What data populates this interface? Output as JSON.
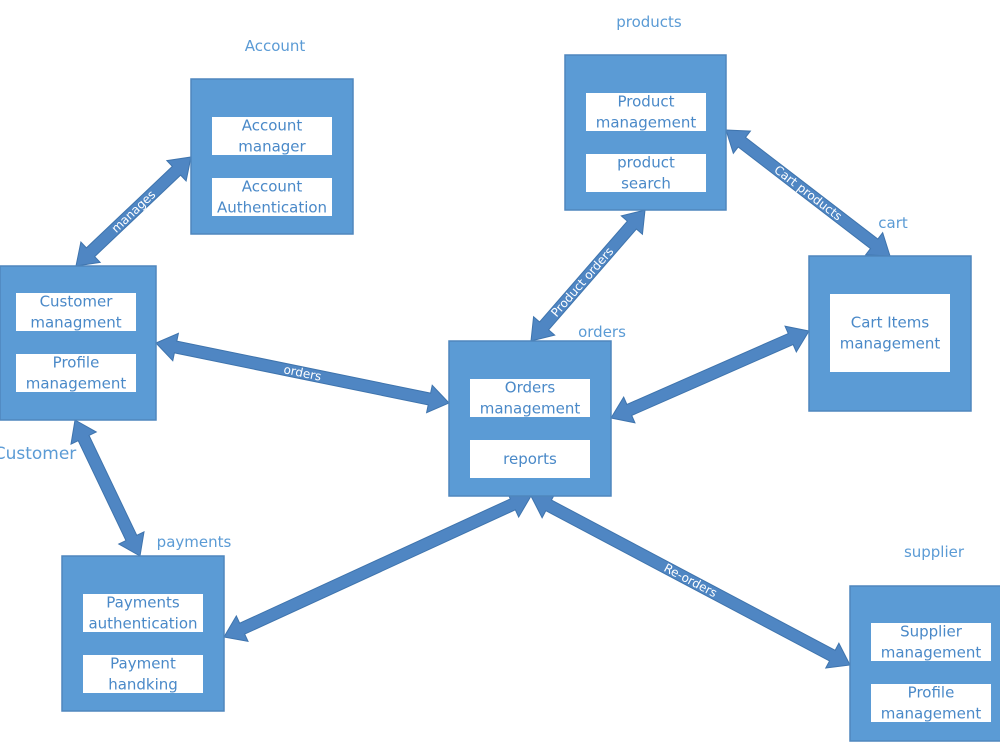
{
  "colors": {
    "box": "#5b9bd5",
    "arrow": "#4f86c3",
    "text": "#4a89c8"
  },
  "modules": [
    {
      "id": "account",
      "title": "Account",
      "items": [
        [
          "Account",
          "manager"
        ],
        [
          "Account",
          "Authentication"
        ]
      ]
    },
    {
      "id": "products",
      "title": "products",
      "items": [
        [
          "Product",
          "management"
        ],
        [
          "product",
          "search"
        ]
      ]
    },
    {
      "id": "customer",
      "title": "Customer",
      "items": [
        [
          "Customer",
          "managment"
        ],
        [
          "Profile",
          "management"
        ]
      ]
    },
    {
      "id": "cart",
      "title": "cart",
      "items": [
        [
          "Cart Items",
          "management"
        ]
      ]
    },
    {
      "id": "orders",
      "title": "orders",
      "items": [
        [
          "Orders",
          "management"
        ],
        [
          "reports"
        ]
      ]
    },
    {
      "id": "payments",
      "title": "payments",
      "items": [
        [
          "Payments",
          "authentication"
        ],
        [
          "Payment",
          "handking"
        ]
      ]
    },
    {
      "id": "supplier",
      "title": "supplier",
      "items": [
        [
          "Supplier",
          "management"
        ],
        [
          "Profile",
          "management"
        ]
      ]
    }
  ],
  "connections": [
    {
      "id": "customer-account",
      "from": "customer",
      "to": "account",
      "label": "manages"
    },
    {
      "id": "orders-products",
      "from": "orders",
      "to": "products",
      "label": "Product orders"
    },
    {
      "id": "products-cart",
      "from": "products",
      "to": "cart",
      "label": "Cart products"
    },
    {
      "id": "customer-orders",
      "from": "customer",
      "to": "orders",
      "label": "orders"
    },
    {
      "id": "orders-cart",
      "from": "orders",
      "to": "cart",
      "label": ""
    },
    {
      "id": "customer-payments",
      "from": "customer",
      "to": "payments",
      "label": ""
    },
    {
      "id": "orders-payments",
      "from": "orders",
      "to": "payments",
      "label": ""
    },
    {
      "id": "orders-supplier",
      "from": "orders",
      "to": "supplier",
      "label": "Re-orders"
    }
  ]
}
